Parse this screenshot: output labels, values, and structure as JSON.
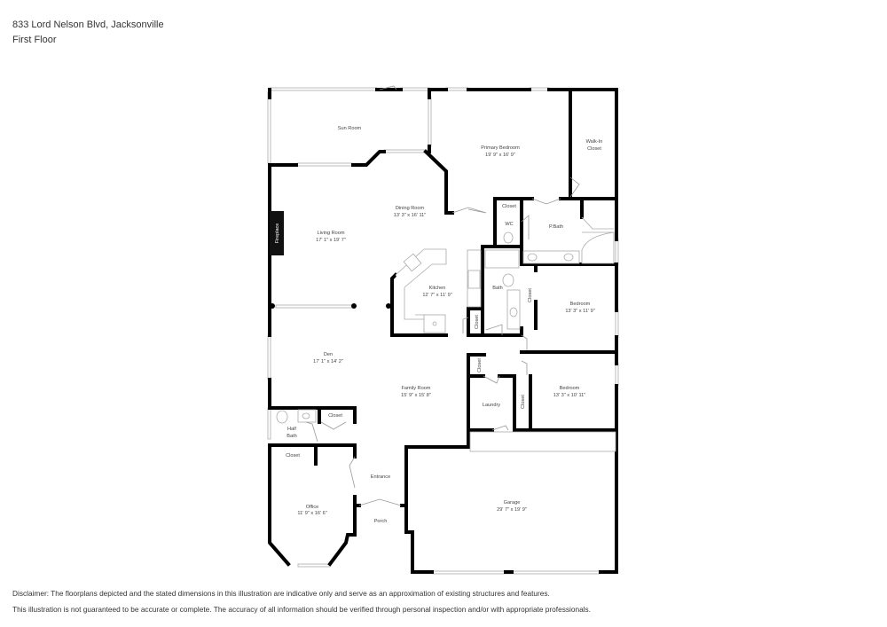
{
  "header": {
    "address": "833 Lord Nelson Blvd, Jacksonville",
    "floor": "First Floor"
  },
  "rooms": {
    "sun_room": {
      "name": "Sun Room",
      "dims": ""
    },
    "primary_bedroom": {
      "name": "Primary Bedroom",
      "dims": "19' 9\" x 16' 9\""
    },
    "walk_in_closet": {
      "name": "Walk-In",
      "name2": "Closet"
    },
    "dining_room": {
      "name": "Dining Room",
      "dims": "13' 3\" x 16' 11\""
    },
    "living_room": {
      "name": "Living Room",
      "dims": "17' 1\" x 19' 7\""
    },
    "fireplace": {
      "name": "Fireplace"
    },
    "kitchen": {
      "name": "Kitchen",
      "dims": "12' 7\" x 11' 9\""
    },
    "closet_wc": {
      "name": "Closet"
    },
    "wc": {
      "name": "WC"
    },
    "pbath": {
      "name": "P.Bath"
    },
    "bath": {
      "name": "Bath"
    },
    "closet_bath": {
      "name": "Closet"
    },
    "closet_bed1": {
      "name": "Closet"
    },
    "bedroom1": {
      "name": "Bedroom",
      "dims": "13' 3\" x 11' 9\""
    },
    "den": {
      "name": "Den",
      "dims": "17' 1\" x 14' 2\""
    },
    "family_room": {
      "name": "Family Room",
      "dims": "15' 9\" x 15' 8\""
    },
    "closet_laundry": {
      "name": "Closet"
    },
    "laundry": {
      "name": "Laundry"
    },
    "closet_bed2": {
      "name": "Closet"
    },
    "bedroom2": {
      "name": "Bedroom",
      "dims": "13' 3\" x 10' 11\""
    },
    "half_bath": {
      "name": "Half",
      "name2": "Bath"
    },
    "closet_half": {
      "name": "Closet"
    },
    "closet_office": {
      "name": "Closet"
    },
    "office": {
      "name": "Office",
      "dims": "11' 9\" x 16' 6\""
    },
    "entrance": {
      "name": "Entrance"
    },
    "porch": {
      "name": "Porch"
    },
    "garage": {
      "name": "Garage",
      "dims": "29' 7\" x 19' 9\""
    }
  },
  "disclaimer": {
    "line1": "Disclaimer: The floorplans depicted and the stated dimensions in this illustration are indicative only and serve as an approximation of existing structures and features.",
    "line2": "This illustration is not guaranteed to be accurate or complete. The accuracy of all information should be verified through personal inspection and/or with appropriate professionals."
  }
}
